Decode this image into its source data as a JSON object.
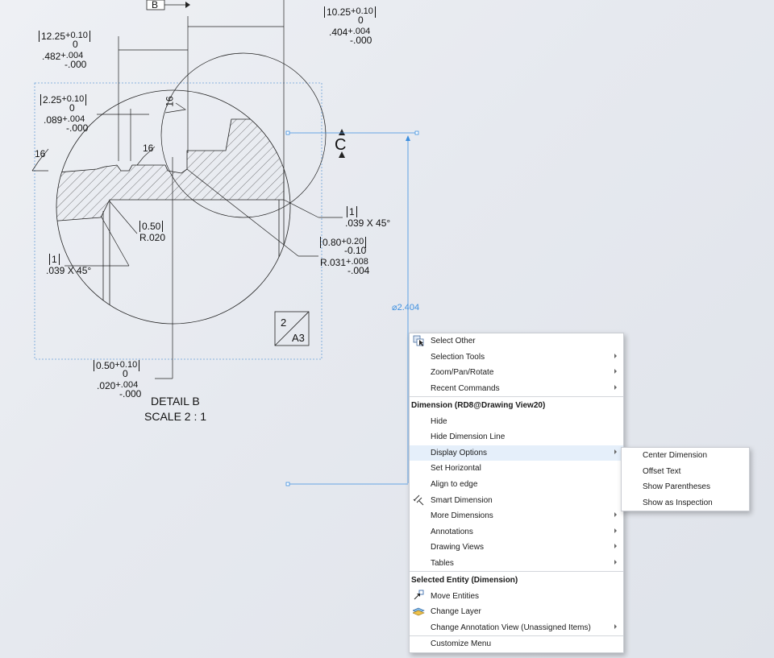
{
  "drawing": {
    "callout_b": "B",
    "dims": {
      "d1": {
        "main": "10.25",
        "plus": "+0.10",
        "minus": "0",
        "inch": ".404",
        "iplus": "+.004",
        "iminus": "-.000"
      },
      "d2": {
        "main": "12.25",
        "plus": "+0.10",
        "minus": "0",
        "inch": ".482",
        "iplus": "+.004",
        "iminus": "-.000"
      },
      "d3": {
        "main": "2.25",
        "plus": "+0.10",
        "minus": "0",
        "inch": ".089",
        "iplus": "+.004",
        "iminus": "-.000"
      },
      "d4": {
        "main": "0.50",
        "plus": "+0.10",
        "minus": "0",
        "inch": ".020",
        "iplus": "+.004",
        "iminus": "-.000"
      },
      "d5": {
        "main": "0.80",
        "plus": "+0.20",
        "minus": "-0.10",
        "inch": "R.031",
        "iplus": "+.008",
        "iminus": "-.004"
      }
    },
    "chamfer_right": {
      "bracket": "1",
      "text": ".039 X 45°"
    },
    "chamfer_left": {
      "bracket": "1",
      "text": ".039 X 45°"
    },
    "radius_inner": {
      "bracket": "0.50",
      "text": "R.020"
    },
    "finish_marks": [
      "16",
      "16",
      "16"
    ],
    "section_letter": "C",
    "diameter_dim": "⌀2.404",
    "view_tag": {
      "top": "2",
      "bottom": "A3"
    },
    "detail_title": "DETAIL B",
    "detail_scale": "SCALE 2 : 1"
  },
  "context_menu": {
    "top_items": [
      {
        "label": "Select Other",
        "icon": "select-other-icon",
        "submenu": false
      },
      {
        "label": "Selection Tools",
        "submenu": true
      },
      {
        "label": "Zoom/Pan/Rotate",
        "submenu": true
      },
      {
        "label": "Recent Commands",
        "submenu": true
      }
    ],
    "header_dimension": "Dimension (RD8@Drawing View20)",
    "dim_items": [
      {
        "label": "Hide",
        "submenu": false
      },
      {
        "label": "Hide Dimension Line",
        "submenu": false
      },
      {
        "label": "Display Options",
        "submenu": true,
        "highlighted": true
      },
      {
        "label": "Set Horizontal",
        "submenu": false
      },
      {
        "label": "Align to edge",
        "submenu": false
      },
      {
        "label": "Smart Dimension",
        "icon": "smart-dimension-icon",
        "submenu": false
      },
      {
        "label": "More Dimensions",
        "submenu": true
      },
      {
        "label": "Annotations",
        "submenu": true
      },
      {
        "label": "Drawing Views",
        "submenu": true
      },
      {
        "label": "Tables",
        "submenu": true
      }
    ],
    "header_entity": "Selected Entity (Dimension)",
    "entity_items": [
      {
        "label": "Move Entities",
        "icon": "move-entities-icon",
        "submenu": false
      },
      {
        "label": "Change Layer",
        "icon": "layers-icon",
        "submenu": false
      },
      {
        "label": "Change Annotation View (Unassigned Items)",
        "submenu": true
      }
    ],
    "footer_item": "Customize Menu"
  },
  "display_options_submenu": {
    "items": [
      "Center Dimension",
      "Offset Text",
      "Show Parentheses",
      "Show as Inspection"
    ]
  },
  "colors": {
    "selection_blue": "#3d8fe0",
    "menu_highlight": "#e5effa"
  }
}
